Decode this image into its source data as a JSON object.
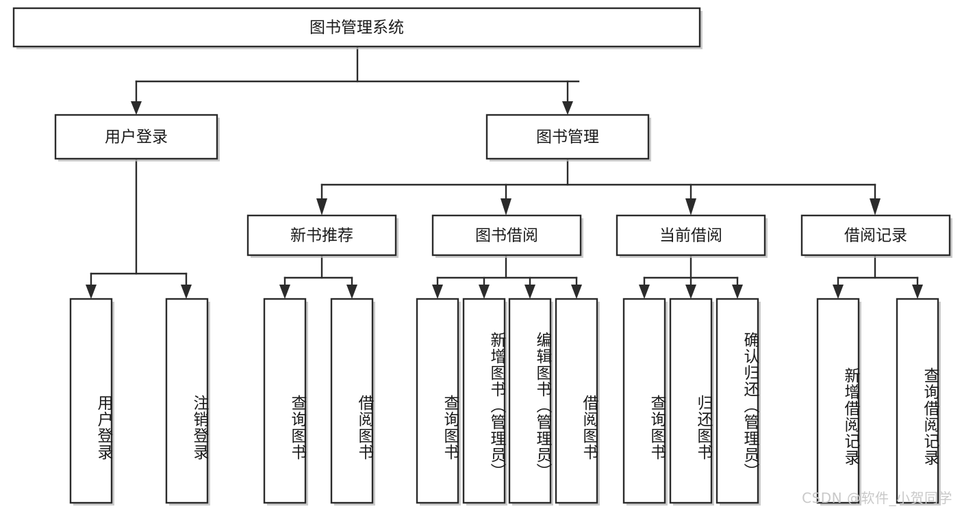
{
  "diagram": {
    "type": "tree",
    "title": "图书管理系统",
    "root": {
      "id": "root",
      "label": "图书管理系统",
      "orientation": "horizontal"
    },
    "level2": [
      {
        "id": "user-login",
        "label": "用户登录",
        "orientation": "horizontal"
      },
      {
        "id": "book-manage",
        "label": "图书管理",
        "orientation": "horizontal"
      }
    ],
    "level3": [
      {
        "id": "new-book-rec",
        "label": "新书推荐",
        "parent": "book-manage",
        "orientation": "horizontal"
      },
      {
        "id": "book-borrow",
        "label": "图书借阅",
        "parent": "book-manage",
        "orientation": "horizontal"
      },
      {
        "id": "current-borrow",
        "label": "当前借阅",
        "parent": "book-manage",
        "orientation": "horizontal"
      },
      {
        "id": "borrow-record",
        "label": "借阅记录",
        "parent": "book-manage",
        "orientation": "horizontal"
      }
    ],
    "leaves": [
      {
        "id": "leaf-user-login",
        "label": "用户登录",
        "parent": "user-login",
        "orientation": "vertical"
      },
      {
        "id": "leaf-user-logout",
        "label": "注销登录",
        "parent": "user-login",
        "orientation": "vertical"
      },
      {
        "id": "leaf-rec-query",
        "label": "查询图书",
        "parent": "new-book-rec",
        "orientation": "vertical"
      },
      {
        "id": "leaf-rec-borrow",
        "label": "借阅图书",
        "parent": "new-book-rec",
        "orientation": "vertical"
      },
      {
        "id": "leaf-borrow-query",
        "label": "查询图书",
        "parent": "book-borrow",
        "orientation": "vertical"
      },
      {
        "id": "leaf-borrow-add",
        "label": "新增图书（管理员）",
        "parent": "book-borrow",
        "orientation": "vertical"
      },
      {
        "id": "leaf-borrow-edit",
        "label": "编辑图书（管理员）",
        "parent": "book-borrow",
        "orientation": "vertical"
      },
      {
        "id": "leaf-borrow-lend",
        "label": "借阅图书",
        "parent": "book-borrow",
        "orientation": "vertical"
      },
      {
        "id": "leaf-cur-query",
        "label": "查询图书",
        "parent": "current-borrow",
        "orientation": "vertical"
      },
      {
        "id": "leaf-cur-return",
        "label": "归还图书",
        "parent": "current-borrow",
        "orientation": "vertical"
      },
      {
        "id": "leaf-cur-confirm",
        "label": "确认归还（管理员）",
        "parent": "current-borrow",
        "orientation": "vertical"
      },
      {
        "id": "leaf-rec-add",
        "label": "新增借阅记录",
        "parent": "borrow-record",
        "orientation": "vertical"
      },
      {
        "id": "leaf-rec-search",
        "label": "查询借阅记录",
        "parent": "borrow-record",
        "orientation": "vertical"
      }
    ],
    "colors": {
      "box_fill": "#ffffff",
      "box_stroke": "#2b2b2b",
      "text": "#1a1a1a",
      "shadow": "#bdbdbd",
      "background": "#ffffff",
      "watermark": "#c9c9c9"
    }
  },
  "watermark": {
    "text": "CSDN @软件_小贺同学"
  }
}
